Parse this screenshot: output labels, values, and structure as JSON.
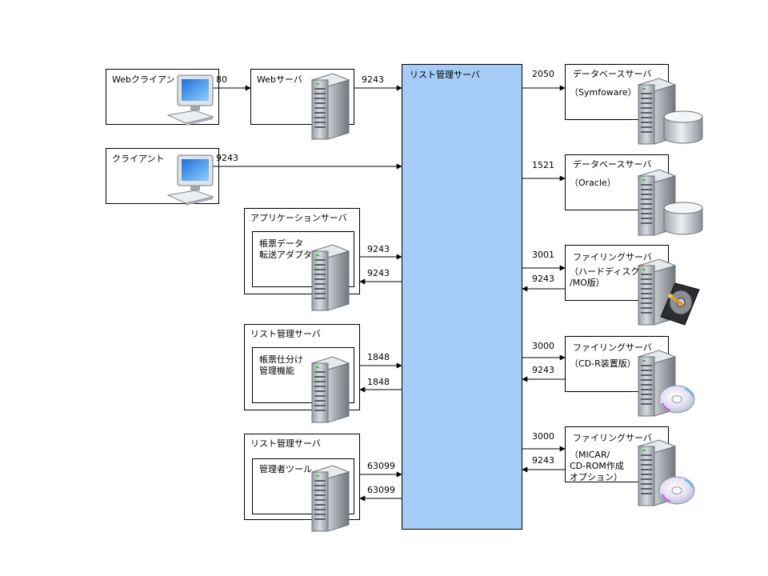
{
  "hub": {
    "title": "リスト管理サーバ",
    "color": "#a6cdf7"
  },
  "left": {
    "web_client": {
      "label": "Webクライアント",
      "port": "80"
    },
    "web_server": {
      "label": "Webサーバ",
      "port": "9243"
    },
    "client": {
      "label": "クライアント",
      "port": "9243"
    },
    "app_server": {
      "title": "アプリケーションサーバ",
      "inner_label": "帳票データ\n転送アダプタ",
      "port_out": "9243",
      "port_in": "9243"
    },
    "list_server_1": {
      "title": "リスト管理サーバ",
      "inner_label": "帳票仕分け\n管理機能",
      "port_out": "1848",
      "port_in": "1848"
    },
    "list_server_2": {
      "title": "リスト管理サーバ",
      "inner_label": "管理者ツール",
      "port_out": "63099",
      "port_in": "63099"
    }
  },
  "right": {
    "db_symfoware": {
      "label": "データベースサーバ",
      "sublabel": "（Symfoware）",
      "port": "2050"
    },
    "db_oracle": {
      "label": "データベースサーバ",
      "sublabel": "（Oracle）",
      "port": "1521"
    },
    "filing_hdd": {
      "label": "ファイリングサーバ",
      "sublabel": "（ハードディスク\n/MO版）",
      "port_out": "3001",
      "port_in": "9243"
    },
    "filing_cdr": {
      "label": "ファイリングサーバ",
      "sublabel": "（CD-R装置版）",
      "port_out": "3000",
      "port_in": "9243"
    },
    "filing_micar": {
      "label": "ファイリングサーバ",
      "sublabel": "（MICAR/\nCD-ROM作成\nオプション）",
      "port_out": "3000",
      "port_in": "9243"
    }
  },
  "icons": [
    "pc-monitor-icon",
    "server-tower-icon",
    "database-cylinder-icon",
    "hard-disk-icon",
    "cd-disc-icon"
  ]
}
